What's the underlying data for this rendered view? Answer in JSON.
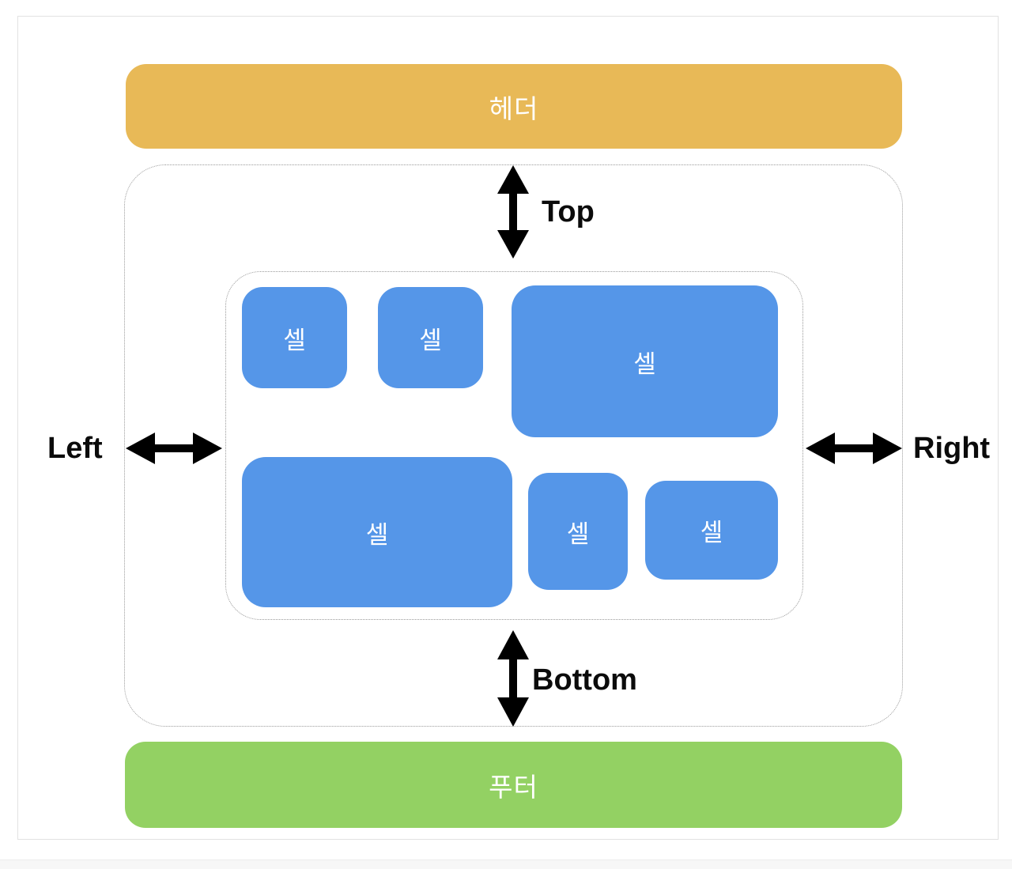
{
  "page": {
    "background_color": "#ffffff",
    "frame_border_color": "#e2e2e2",
    "bottom_strip_color": "#f7f7f7"
  },
  "diagram": {
    "header": {
      "label": "헤더",
      "color": "#E8B957",
      "text_color": "#ffffff"
    },
    "footer": {
      "label": "푸터",
      "color": "#93D163",
      "text_color": "#ffffff"
    },
    "cell": {
      "color": "#5596E8",
      "text_color": "#ffffff"
    },
    "cells": [
      {
        "label": "셀"
      },
      {
        "label": "셀"
      },
      {
        "label": "셀"
      },
      {
        "label": "셀"
      },
      {
        "label": "셀"
      },
      {
        "label": "셀"
      }
    ],
    "inset_labels": {
      "top": "Top",
      "bottom": "Bottom",
      "left": "Left",
      "right": "Right"
    },
    "arrow_color": "#000000",
    "dotted_border_color": "#9a9a9a"
  }
}
